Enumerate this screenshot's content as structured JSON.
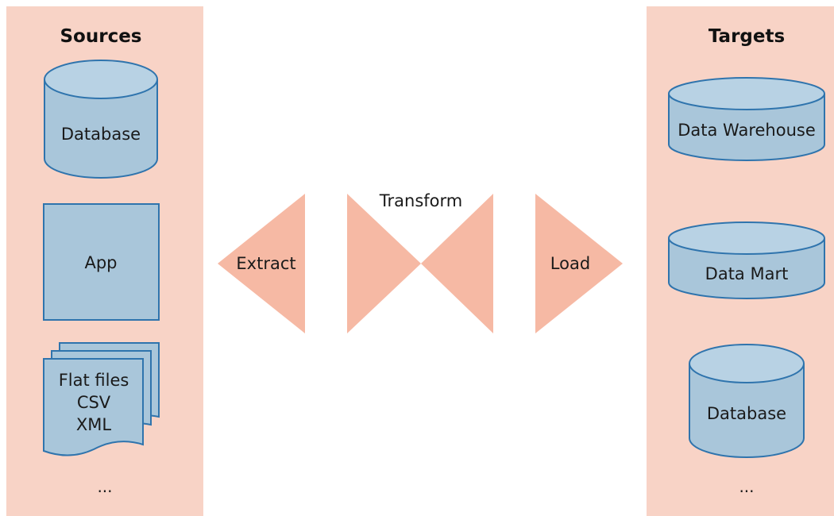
{
  "sources": {
    "title": "Sources",
    "database_label": "Database",
    "app_label": "App",
    "files_lines": [
      "Flat files",
      "CSV",
      "XML"
    ],
    "ellipsis": "..."
  },
  "process": {
    "extract_label": "Extract",
    "transform_label": "Transform",
    "load_label": "Load"
  },
  "targets": {
    "title": "Targets",
    "warehouse_label": "Data Warehouse",
    "mart_label": "Data Mart",
    "database_label": "Database",
    "ellipsis": "..."
  },
  "colors": {
    "panel_background": "#f8d3c6",
    "arrow_fill": "#f6b9a4",
    "shape_fill": "#a9c6da",
    "shape_stroke": "#2f74ad"
  }
}
